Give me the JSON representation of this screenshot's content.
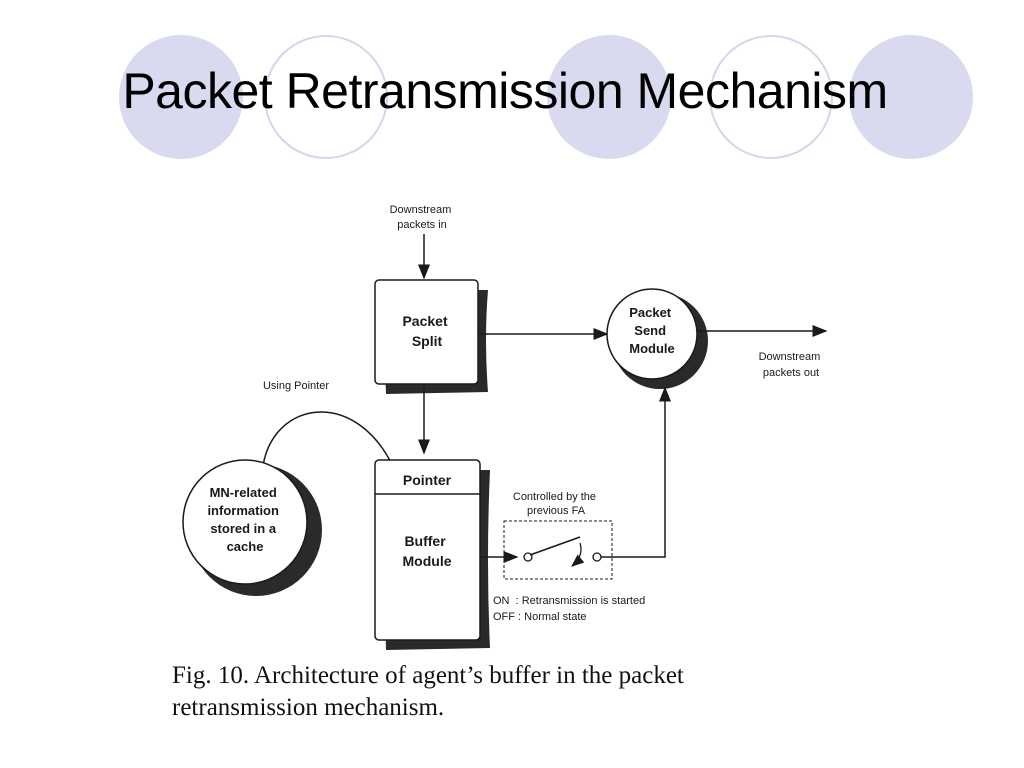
{
  "slide": {
    "title": "Packet Retransmission Mechanism"
  },
  "theme": {
    "circle_fill": "#d9d9f0",
    "circle_outline": "#d5d5ec",
    "line_color": "#1a1a1a",
    "shadow_color": "#2a2a2a"
  },
  "diagram": {
    "downstream_in": [
      "Downstream",
      "packets in"
    ],
    "packet_split": [
      "Packet",
      "Split"
    ],
    "packet_send_module": [
      "Packet",
      "Send",
      "Module"
    ],
    "downstream_out": [
      "Downstream",
      "packets out"
    ],
    "using_pointer": "Using Pointer",
    "pointer": "Pointer",
    "buffer_module": [
      "Buffer",
      "Module"
    ],
    "mn_cache": [
      "MN-related",
      "information",
      "stored in a",
      "cache"
    ],
    "controlled_by": [
      "Controlled by the",
      "previous FA"
    ],
    "legend_on": "ON  : Retransmission is started",
    "legend_off": "OFF : Normal state"
  },
  "caption": {
    "line1": "Fig. 10. Architecture of agent’s buffer in the packet",
    "line2": "retransmission mechanism."
  }
}
